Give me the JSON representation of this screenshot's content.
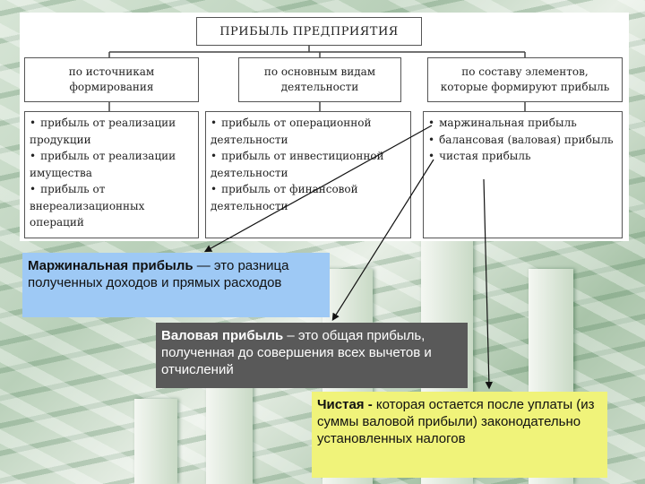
{
  "diagram": {
    "title": "ПРИБЫЛЬ ПРЕДПРИЯТИЯ",
    "categories": [
      {
        "label_line1": "по источникам",
        "label_line2": "формирования"
      },
      {
        "label_line1": "по основным видам",
        "label_line2": "деятельности"
      },
      {
        "label_line1": "по составу элементов,",
        "label_line2": "которые формируют прибыль"
      }
    ],
    "lists": [
      [
        "прибыль от реализации продукции",
        "прибыль от реализации имущества",
        "прибыль от внереализационных операций"
      ],
      [
        "прибыль от операционной деятельности",
        "прибыль от инвестиционной деятельности",
        "прибыль от финансовой деятельности"
      ],
      [
        "маржинальная прибыль",
        "балансовая (валовая) прибыль",
        "чистая прибыль"
      ]
    ]
  },
  "notes": [
    {
      "term": "Маржинальная прибыль",
      "text": " — это разница полученных доходов и прямых расходов",
      "color": "#9ec9f5"
    },
    {
      "term": "Валовая прибыль",
      "text": " – это общая прибыль, полученная до совершения всех вычетов и отчислений",
      "color": "#595959"
    },
    {
      "term": "Чистая -",
      "text": " которая остается после уплаты (из суммы валовой прибыли) законодательно установленных налогов",
      "color": "#f0f37a"
    }
  ],
  "bullet_symbol": "•"
}
